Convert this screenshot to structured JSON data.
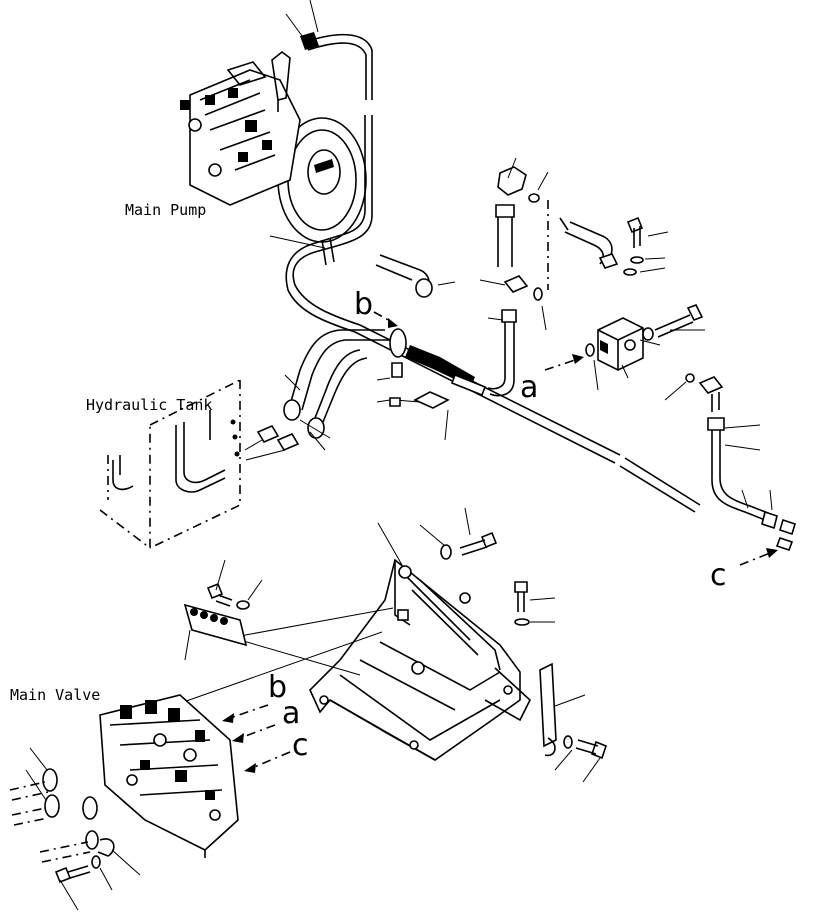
{
  "labels": {
    "main_pump": "Main Pump",
    "hydraulic_tank": "Hydraulic Tank",
    "main_valve": "Main Valve"
  },
  "connection_markers": {
    "b_hose": "b",
    "a_block": "a",
    "c_fitting": "c",
    "b_valve": "b",
    "a_valve": "a",
    "c_valve": "c"
  }
}
